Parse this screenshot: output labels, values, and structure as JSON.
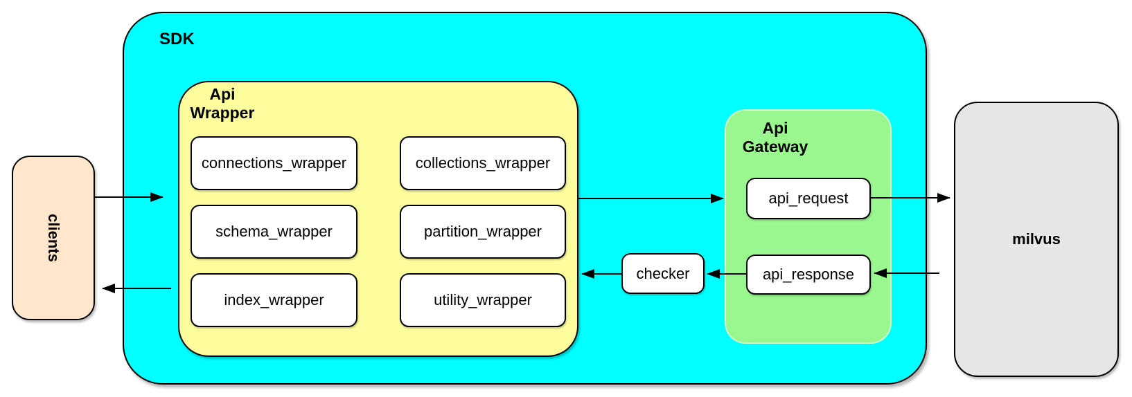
{
  "clients": {
    "label": "clients"
  },
  "sdk": {
    "label": "SDK"
  },
  "api_wrapper": {
    "label": "Api\nWrapper",
    "items": [
      "connections_wrapper",
      "collections_wrapper",
      "schema_wrapper",
      "partition_wrapper",
      "index_wrapper",
      "utility_wrapper"
    ]
  },
  "checker": {
    "label": "checker"
  },
  "api_gateway": {
    "label": "Api\nGateway",
    "items": [
      "api_request",
      "api_response"
    ]
  },
  "milvus": {
    "label": "milvus"
  },
  "colors": {
    "sdk_fill": "#00FFFF",
    "api_wrapper_fill": "#FCFC9D",
    "api_gateway_fill": "#9AF78F",
    "clients_fill": "#FFE6CC",
    "milvus_fill": "#E6E6E6",
    "node_fill": "#FFFFFF",
    "border": "#000000"
  }
}
